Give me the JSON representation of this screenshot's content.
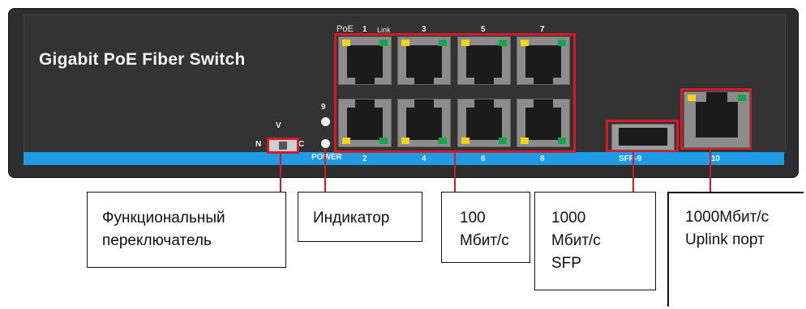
{
  "device": {
    "title": "Gigabit PoE Fiber Switch",
    "labels": {
      "poe": "PoE",
      "link": "Link",
      "port1": "1",
      "port3": "3",
      "port5": "5",
      "port7": "7",
      "port2": "2",
      "port4": "4",
      "port6": "6",
      "port8": "8",
      "port9": "9",
      "power": "POWER",
      "sfp": "SFP-9",
      "uplink": "10",
      "v": "V",
      "n": "N",
      "c": "C"
    }
  },
  "colors": {
    "highlight": "#d61a2a",
    "strip": "#1e9be4",
    "led_yellow": "#f2d21a",
    "led_green": "#17a34a"
  },
  "callouts": {
    "switch": {
      "line1": "Функциональный",
      "line2": "переключатель"
    },
    "indicator": {
      "line1": "Индикатор"
    },
    "ports100": {
      "line1": "100",
      "line2": "Мбит/с"
    },
    "sfp1000": {
      "line1": "1000",
      "line2": "Мбит/с",
      "line3": "SFP"
    },
    "uplink1000": {
      "line1": "1000Мбит/с",
      "line2": "Uplink порт"
    }
  }
}
